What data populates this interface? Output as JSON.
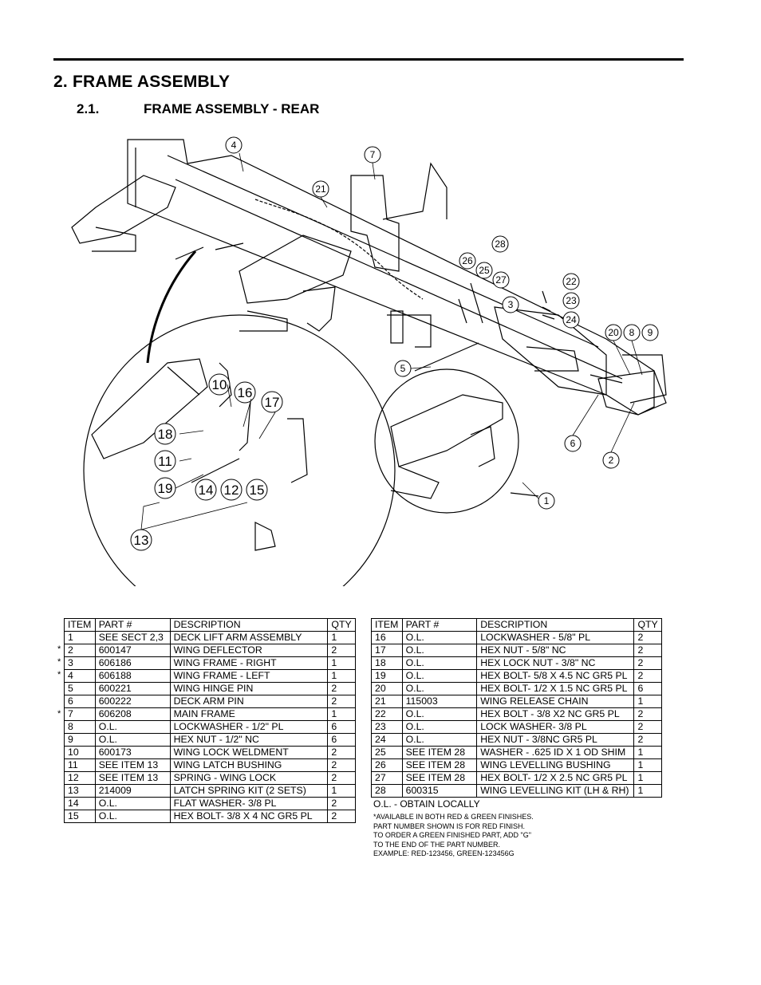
{
  "section": {
    "title": "2. FRAME ASSEMBLY",
    "subsection_number": "2.1.",
    "subsection_title": "FRAME ASSEMBLY - REAR"
  },
  "diagram": {
    "callouts": [
      "1",
      "2",
      "3",
      "4",
      "5",
      "6",
      "7",
      "8",
      "9",
      "10",
      "11",
      "12",
      "13",
      "14",
      "15",
      "16",
      "17",
      "18",
      "19",
      "20",
      "21",
      "22",
      "23",
      "24",
      "25",
      "26",
      "27",
      "28"
    ]
  },
  "parts_table": {
    "headers": [
      "ITEM",
      "PART #",
      "DESCRIPTION",
      "QTY"
    ],
    "left_rows": [
      {
        "item": "1",
        "part": "SEE SECT 2,3",
        "desc": "DECK LIFT ARM ASSEMBLY",
        "qty": "1",
        "star": ""
      },
      {
        "item": "2",
        "part": "600147",
        "desc": "WING DEFLECTOR",
        "qty": "2",
        "star": "*"
      },
      {
        "item": "3",
        "part": "606186",
        "desc": "WING FRAME - RIGHT",
        "qty": "1",
        "star": "*"
      },
      {
        "item": "4",
        "part": "606188",
        "desc": "WING FRAME - LEFT",
        "qty": "1",
        "star": "*"
      },
      {
        "item": "5",
        "part": "600221",
        "desc": "WING HINGE PIN",
        "qty": "2",
        "star": ""
      },
      {
        "item": "6",
        "part": "600222",
        "desc": "DECK ARM PIN",
        "qty": "2",
        "star": ""
      },
      {
        "item": "7",
        "part": "606208",
        "desc": "MAIN FRAME",
        "qty": "1",
        "star": "*"
      },
      {
        "item": "8",
        "part": "O.L.",
        "desc": "LOCKWASHER - 1/2\" PL",
        "qty": "6",
        "star": ""
      },
      {
        "item": "9",
        "part": "O.L.",
        "desc": "HEX NUT - 1/2\" NC",
        "qty": "6",
        "star": ""
      },
      {
        "item": "10",
        "part": "600173",
        "desc": "WING LOCK WELDMENT",
        "qty": "2",
        "star": ""
      },
      {
        "item": "11",
        "part": "SEE ITEM 13",
        "desc": "WING LATCH BUSHING",
        "qty": "2",
        "star": ""
      },
      {
        "item": "12",
        "part": "SEE ITEM 13",
        "desc": "SPRING - WING LOCK",
        "qty": "2",
        "star": ""
      },
      {
        "item": "13",
        "part": "214009",
        "desc": "LATCH SPRING KIT (2 SETS)",
        "qty": "1",
        "star": ""
      },
      {
        "item": "14",
        "part": "O.L.",
        "desc": "FLAT WASHER- 3/8 PL",
        "qty": "2",
        "star": ""
      },
      {
        "item": "15",
        "part": "O.L.",
        "desc": "HEX BOLT- 3/8 X 4 NC GR5 PL",
        "qty": "2",
        "star": ""
      }
    ],
    "right_rows": [
      {
        "item": "16",
        "part": "O.L.",
        "desc": "LOCKWASHER - 5/8\" PL",
        "qty": "2"
      },
      {
        "item": "17",
        "part": "O.L.",
        "desc": "HEX NUT - 5/8\" NC",
        "qty": "2"
      },
      {
        "item": "18",
        "part": "O.L.",
        "desc": "HEX LOCK NUT - 3/8\" NC",
        "qty": "2"
      },
      {
        "item": "19",
        "part": "O.L.",
        "desc": "HEX BOLT- 5/8 X 4.5 NC GR5 PL",
        "qty": "2"
      },
      {
        "item": "20",
        "part": "O.L.",
        "desc": "HEX BOLT- 1/2 X 1.5 NC GR5 PL",
        "qty": "6"
      },
      {
        "item": "21",
        "part": "115003",
        "desc": "WING RELEASE CHAIN",
        "qty": "1"
      },
      {
        "item": "22",
        "part": "O.L.",
        "desc": "HEX BOLT - 3/8 X2 NC GR5 PL",
        "qty": "2"
      },
      {
        "item": "23",
        "part": "O.L.",
        "desc": "LOCK WASHER- 3/8 PL",
        "qty": "2"
      },
      {
        "item": "24",
        "part": "O.L.",
        "desc": "HEX NUT - 3/8NC GR5 PL",
        "qty": "2"
      },
      {
        "item": "25",
        "part": "SEE ITEM 28",
        "desc": "WASHER - .625 ID X 1 OD SHIM",
        "qty": "1"
      },
      {
        "item": "26",
        "part": "SEE ITEM 28",
        "desc": "WING LEVELLING BUSHING",
        "qty": "1"
      },
      {
        "item": "27",
        "part": "SEE ITEM 28",
        "desc": "HEX BOLT- 1/2 X 2.5 NC GR5 PL",
        "qty": "1"
      },
      {
        "item": "28",
        "part": "600315",
        "desc": "WING LEVELLING KIT (LH & RH)",
        "qty": "1"
      }
    ]
  },
  "notes": {
    "ol": "O.L. - OBTAIN LOCALLY",
    "finish_lines": [
      "*AVAILABLE IN BOTH RED & GREEN FINISHES.",
      "PART NUMBER SHOWN IS FOR RED FINISH.",
      "TO ORDER A GREEN FINISHED PART, ADD \"G\"",
      "TO THE END OF THE PART NUMBER.",
      "EXAMPLE: RED-123456, GREEN-123456G"
    ]
  }
}
